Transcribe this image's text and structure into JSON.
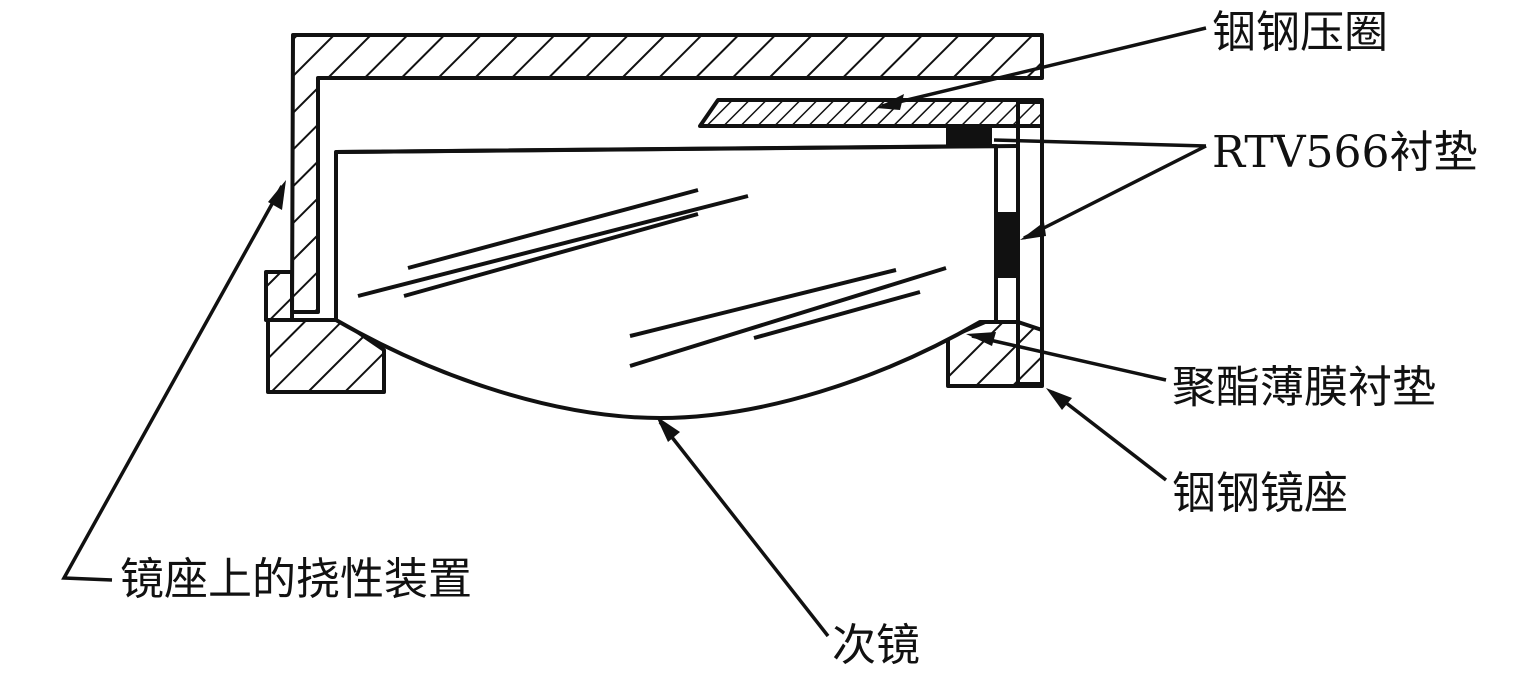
{
  "labels": {
    "retaining_ring": "铟钢压圈",
    "rtv_gasket": "RTV566衬垫",
    "polyester_film_gasket": "聚酯薄膜衬垫",
    "invar_mount": "铟钢镜座",
    "flexure": "镜座上的挠性装置",
    "secondary_mirror": "次镜"
  },
  "colors": {
    "ink": "#111111",
    "background": "#ffffff"
  }
}
